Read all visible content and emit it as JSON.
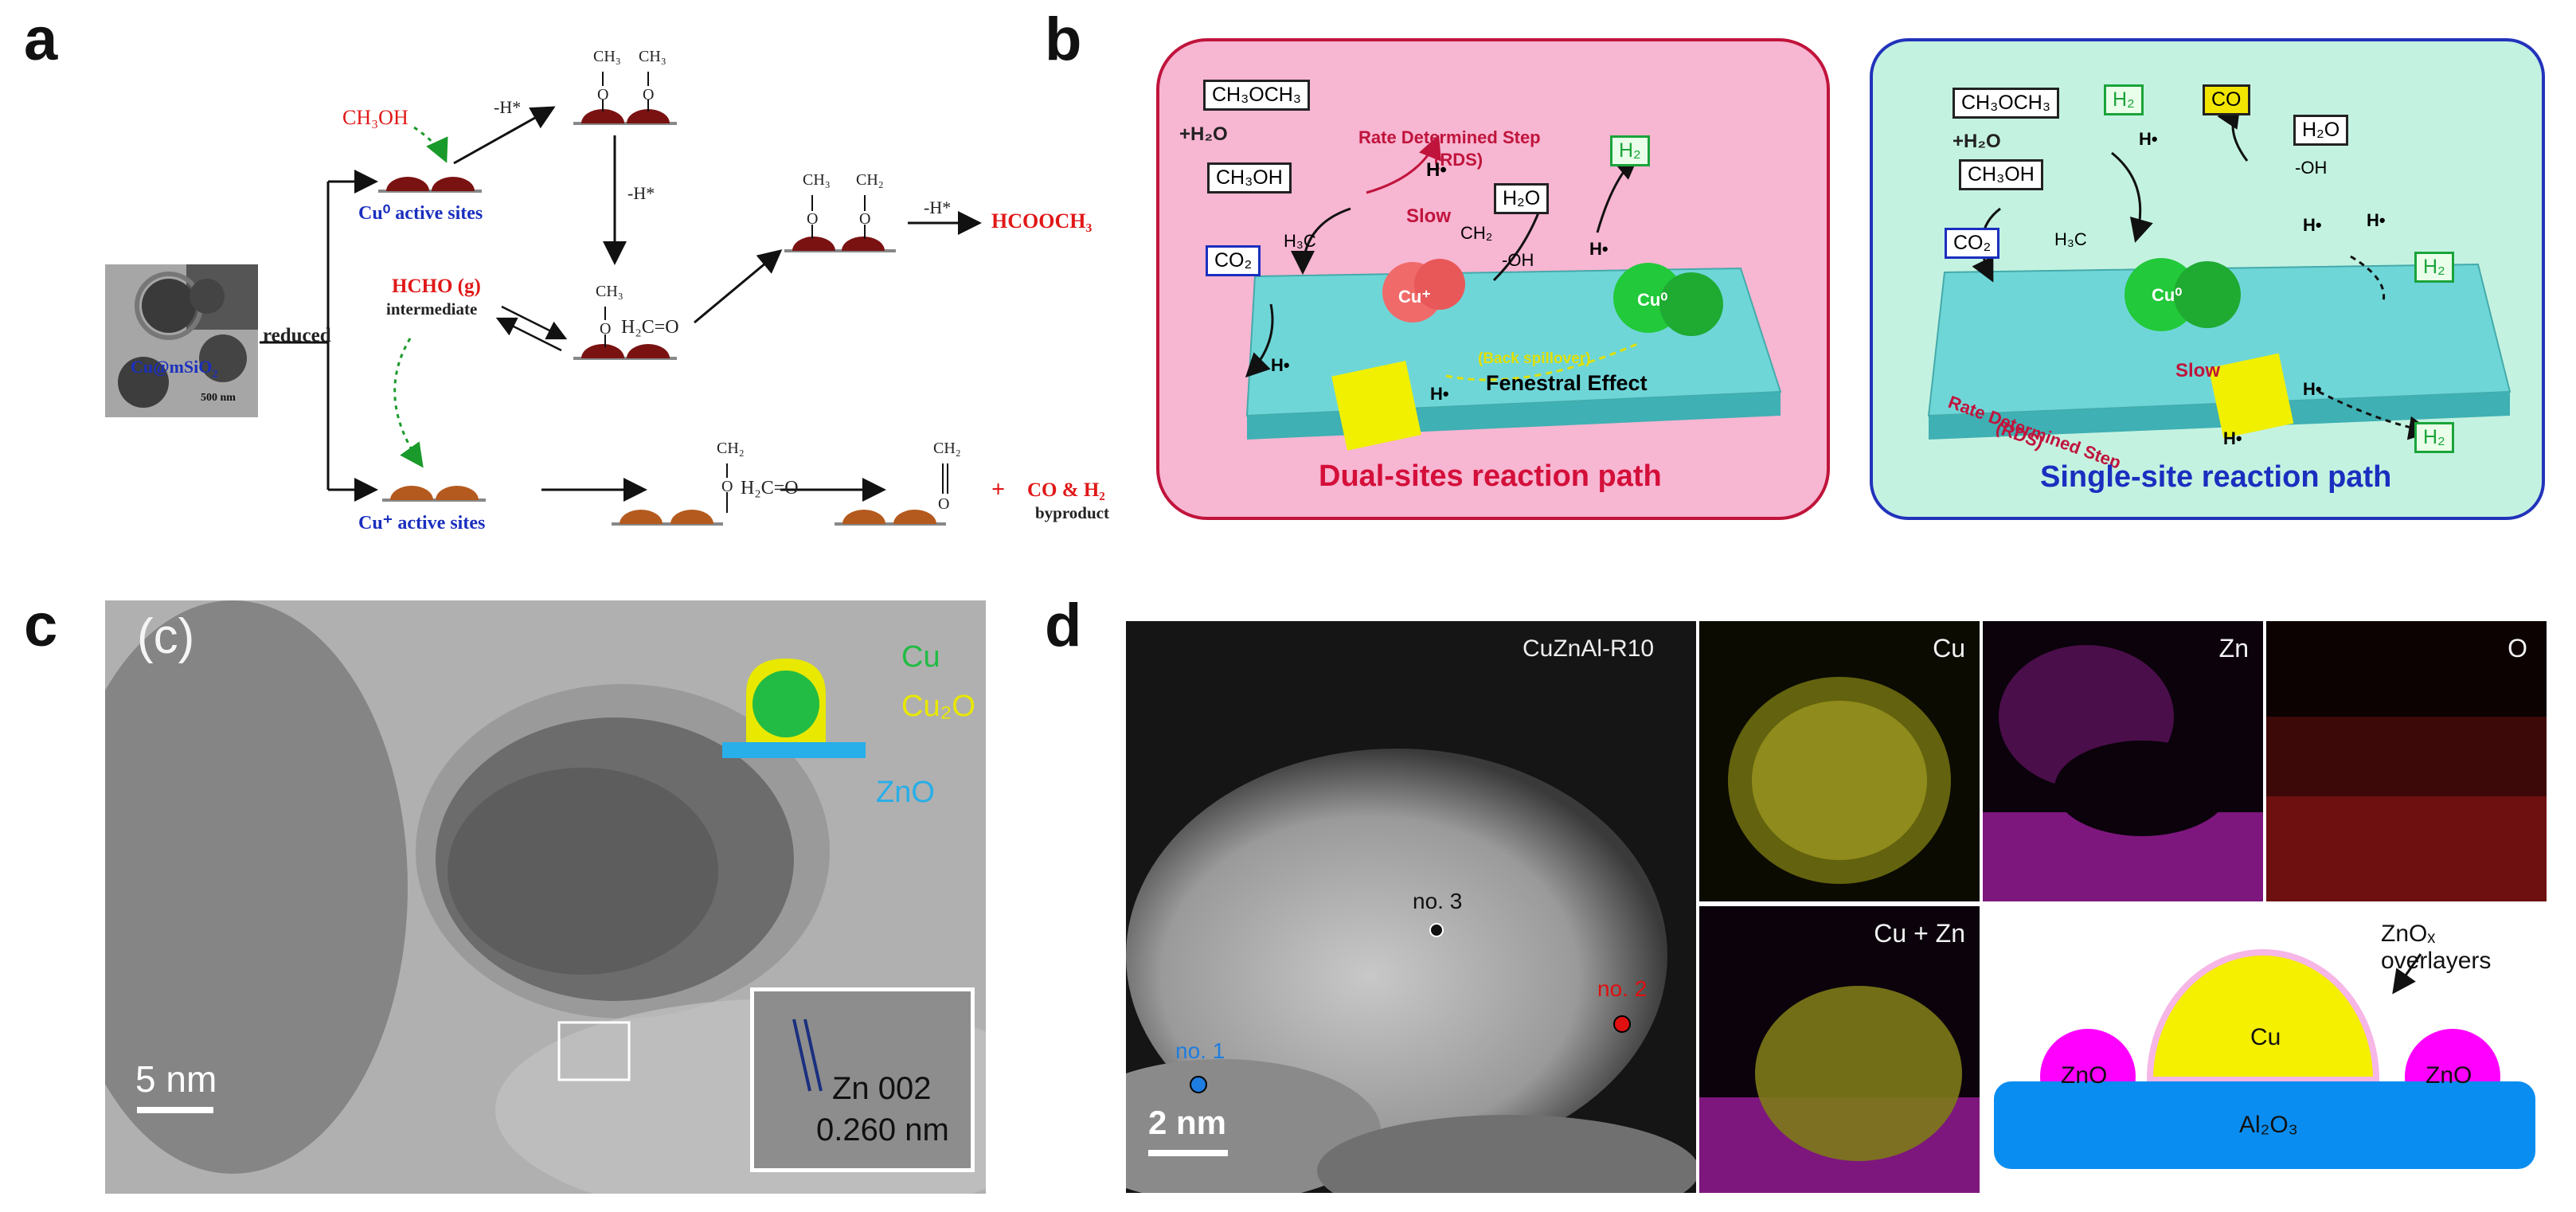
{
  "panels": {
    "a": {
      "letter": "a",
      "tem_label": "Cu@mSiO",
      "tem_label_sub": "2",
      "tem_scale": "500 nm",
      "reduced": "reduced",
      "ch3oh": "CH₃OH",
      "minus_h1": "-H*",
      "minus_h2": "-H*",
      "minus_h3": "-H*",
      "cu0_sites": "Cu⁰ active sites",
      "cu_plus_sites": "Cu⁺ active sites",
      "hcho": "HCHO (g)",
      "intermediate": "intermediate",
      "h2co": "H₂C=O",
      "h2co_2": "H₂C=O",
      "hcooch3": "HCOOCH₃",
      "plus": "+",
      "co_h2": "CO & H₂",
      "byproduct": "byproduct",
      "ch3": "CH₃",
      "ch2": "CH₂",
      "o": "O",
      "cu0": "Cu⁰",
      "cu_plus": "Cu⁺"
    },
    "b": {
      "letter": "b",
      "left": {
        "ch3och3": "CH₃OCH₃",
        "h2o_in": "+H₂O",
        "ch3oh": "CH₃OH",
        "rds1": "Rate Determined Step",
        "rds2": "(RDS)",
        "slow": "Slow",
        "h2o": "H₂O",
        "h2": "H₂",
        "co2": "CO₂",
        "oh": "-OH",
        "h3c": "H₃C",
        "ch2": "CH₂",
        "h_dot": "H•",
        "cu_plus": "Cu⁺",
        "cu0": "Cu⁰",
        "back_spillover": "(Back spillover)",
        "fenestral": "Fenestral Effect",
        "title": "Dual-sites reaction path"
      },
      "right": {
        "ch3och3": "CH₃OCH₃",
        "h2o_in": "+H₂O",
        "ch3oh": "CH₃OH",
        "h2_top": "H₂",
        "co": "CO",
        "h2o": "H₂O",
        "oh": "-OH",
        "co2": "CO₂",
        "h3c": "H₃C",
        "h_dot": "H•",
        "h2_right": "H₂",
        "h2_bottom": "H₂",
        "cu0": "Cu⁰",
        "slow": "Slow",
        "rds1": "Rate Determined Step",
        "rds2": "(RDS)",
        "title": "Single-site reaction path"
      }
    },
    "c": {
      "letter": "c",
      "inner_label": "(c)",
      "legend_cu": "Cu",
      "legend_cu2o": "Cu₂O",
      "legend_zno": "ZnO",
      "scale": "5 nm",
      "inset_line1": "Zn 002",
      "inset_line2": "0.260 nm"
    },
    "d": {
      "letter": "d",
      "sample": "CuZnAl-R10",
      "no1": "no. 1",
      "no2": "no. 2",
      "no3": "no. 3",
      "scale": "2 nm",
      "map_cu": "Cu",
      "map_zn": "Zn",
      "map_o": "O",
      "map_cuzn": "Cu + Zn",
      "overlayers": "ZnOₓ overlayers",
      "cu": "Cu",
      "zno_left": "ZnO",
      "zno_right": "ZnO",
      "al2o3": "Al₂O₃"
    }
  },
  "colors": {
    "red_text": "#e01818",
    "blue_text": "#1a2fbf",
    "pink_panel": "#f7b6d2",
    "pink_border": "#c0143c",
    "mint_panel": "#c4f2e1",
    "blue_border": "#2233bb",
    "cu_yellow": "#f5ef00",
    "zno_magenta": "#ff00ff",
    "al2o3_blue": "#0a8df0"
  }
}
